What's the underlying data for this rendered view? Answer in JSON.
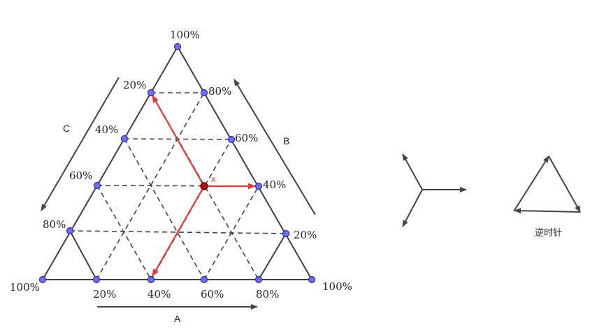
{
  "labels": {
    "apex_top": "100%",
    "apex_left": "100%",
    "apex_right": "100%",
    "bottom_ticks": [
      "20%",
      "40%",
      "60%",
      "80%"
    ],
    "right_ticks": [
      "80%",
      "60%",
      "40%",
      "20%"
    ],
    "left_ticks": [
      "20%",
      "40%",
      "60%",
      "80%"
    ],
    "axis_a": "A",
    "axis_b": "B",
    "axis_c": "C",
    "point_x": "x",
    "rotation_caption": "逆时针"
  },
  "colors": {
    "frame": "#3f3f3f",
    "dashed": "#444444",
    "vertex_fill": "#6f6ff2",
    "vertex_stroke": "#2a2ab5",
    "arrow_red": "#e23b3b",
    "point_fill": "#b11010"
  }
}
